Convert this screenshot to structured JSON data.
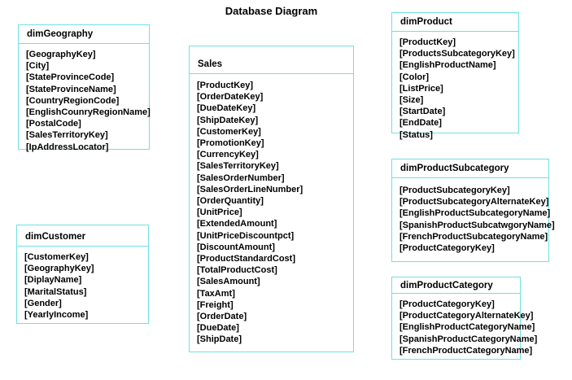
{
  "title": "Database Diagram",
  "colors": {
    "accent": "#6ee2e2",
    "text": "#000000",
    "background": "#ffffff"
  },
  "tables": [
    {
      "name": "dimGeography",
      "fields": [
        "[GeographyKey]",
        "[City]",
        "[StateProvinceCode]",
        "[StateProvinceName]",
        "[CountryRegionCode]",
        "[EnglishCounryRegionName]",
        "[PostalCode]",
        "[SalesTerritoryKey]",
        "[IpAddressLocator]"
      ]
    },
    {
      "name": "dimCustomer",
      "fields": [
        "[CustomerKey]",
        "[GeographyKey]",
        "[DiplayName]",
        "[MaritalStatus]",
        "[Gender]",
        "[YearlyIncome]"
      ]
    },
    {
      "name": "Sales",
      "fields": [
        "[ProductKey]",
        "[OrderDateKey]",
        "[DueDateKey]",
        "[ShipDateKey]",
        "[CustomerKey]",
        "[PromotionKey]",
        "[CurrencyKey]",
        "[SalesTerritoryKey]",
        "[SalesOrderNumber]",
        "[SalesOrderLineNumber]",
        "[OrderQuantity]",
        "[UnitPrice]",
        "[ExtendedAmount]",
        "[UnitPriceDiscountpct]",
        "[DiscountAmount]",
        "[ProductStandardCost]",
        "[TotalProductCost]",
        "[SalesAmount]",
        "[TaxAmt]",
        "[Freight]",
        "[OrderDate]",
        "[DueDate]",
        "[ShipDate]"
      ]
    },
    {
      "name": "dimProduct",
      "fields": [
        "[ProductKey]",
        "[ProductsSubcategoryKey]",
        "[EnglishProductName]",
        "[Color]",
        "[ListPrice]",
        "[Size]",
        "[StartDate]",
        "[EndDate]",
        "[Status]"
      ]
    },
    {
      "name": "dimProductSubcategory",
      "fields": [
        "[ProductSubcategoryKey]",
        "[ProductSubcategoryAlternateKey]",
        "[EnglishProductSubcategoryName]",
        "[SpanishProductSubcatwgoryName]",
        "[FrenchProductSubcategoryName]",
        "[ProductCategoryKey]"
      ]
    },
    {
      "name": "dimProductCategory",
      "fields": [
        "[ProductCategoryKey]",
        "[ProductCategoryAlternateKey]",
        "[EnglishProductCategoryName]",
        "[SpanishProductCategoryName]",
        "[FrenchProductCategoryName]"
      ]
    }
  ]
}
